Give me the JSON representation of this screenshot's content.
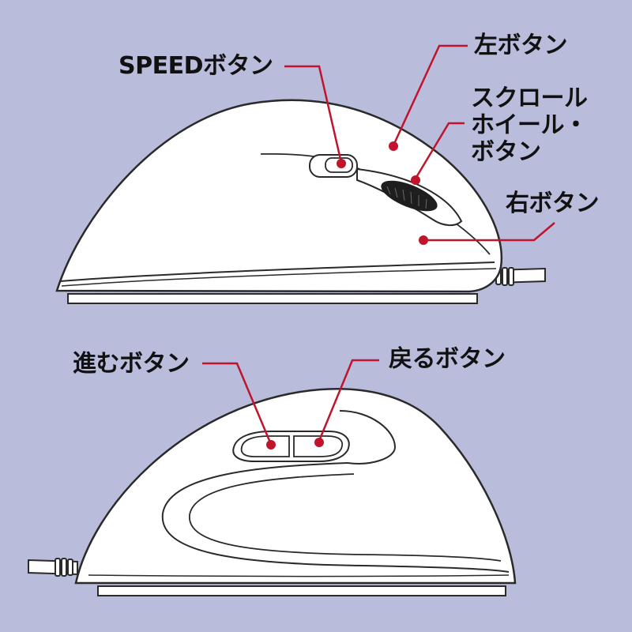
{
  "colors": {
    "background": "#b9bcdb",
    "mouse_body": "#ffffff",
    "outline": "#2a2a2a",
    "leader": "#c0142c",
    "wheel": "#1e1e1e"
  },
  "labels": {
    "speed_button": "SPEEDボタン",
    "left_button": "左ボタン",
    "scroll_wheel_button": "スクロール\nホイール・\nボタン",
    "right_button": "右ボタン",
    "forward_button": "進むボタン",
    "back_button": "戻るボタン"
  }
}
